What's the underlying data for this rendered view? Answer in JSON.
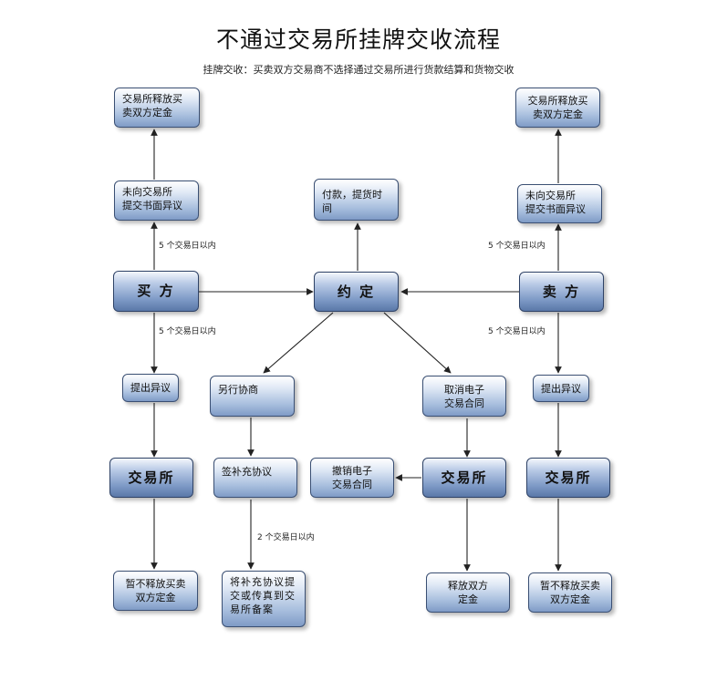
{
  "title": "不通过交易所挂牌交收流程",
  "subtitle": "挂牌交收：买卖双方交易商不选择通过交易所进行货款结算和货物交收",
  "nodes": {
    "left_release": "交易所释放买\n卖双方定金",
    "left_objection_written": "未向交易所\n提交书面异议",
    "left_buyer": "买 方",
    "left_raise": "提出异议",
    "left_exchange": "交易所",
    "left_hold": "暂不释放买卖\n双方定金",
    "payment_time": "付款，提货时间",
    "agreement": "约 定",
    "negotiate": "另行协商",
    "sign_supplement": "签补充协议",
    "submit_supplement": "将补充协议提\n交或传真到交\n易所备案",
    "cancel_contract": "取消电子\n交易合同",
    "revoke_contract": "撤销电子\n交易合同",
    "mid_exchange": "交易所",
    "mid_release": "释放双方\n定金",
    "right_release": "交易所释放买\n卖双方定金",
    "right_objection_written": "未向交易所\n提交书面异议",
    "right_seller": "卖 方",
    "right_raise": "提出异议",
    "right_exchange": "交易所",
    "right_hold": "暂不释放买卖\n双方定金"
  },
  "labels": {
    "left_upper": "5 个交易日以内",
    "left_lower": "5 个交易日以内",
    "right_upper": "5 个交易日以内",
    "right_lower": "5 个交易日以内",
    "two_days": "2 个交易日以内"
  }
}
